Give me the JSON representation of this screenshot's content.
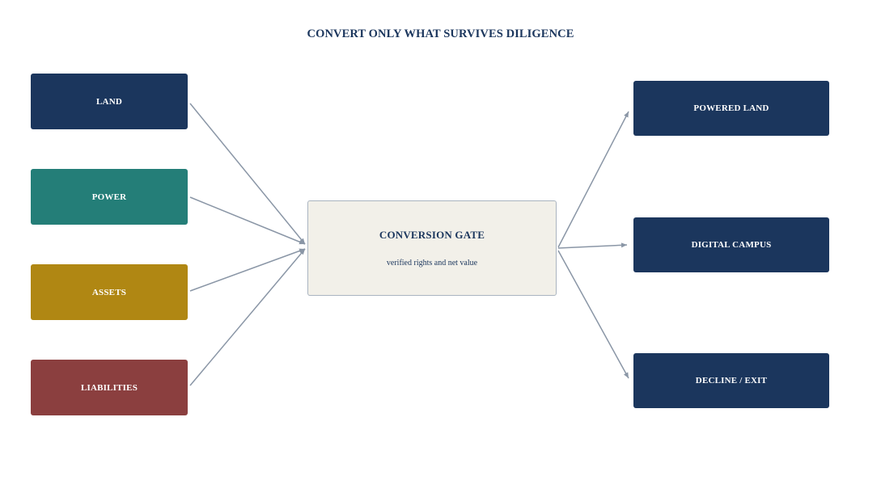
{
  "title": "CONVERT ONLY WHAT SURVIVES DILIGENCE",
  "inputs": [
    {
      "label": "LAND",
      "color": "#1b365d"
    },
    {
      "label": "POWER",
      "color": "#247e78"
    },
    {
      "label": "ASSETS",
      "color": "#b08713"
    },
    {
      "label": "LIABILITIES",
      "color": "#8b3f3f"
    }
  ],
  "gate": {
    "title": "CONVERSION GATE",
    "subtitle": "verified rights and net value",
    "background": "#f2f0e9",
    "border": "#aab4c0"
  },
  "outputs": [
    {
      "label": "POWERED LAND",
      "color": "#1b365d"
    },
    {
      "label": "DIGITAL CAMPUS",
      "color": "#1b365d"
    },
    {
      "label": "DECLINE / EXIT",
      "color": "#1b365d"
    }
  ],
  "connector_color": "#8a96a6",
  "edges": [
    {
      "from": "LAND",
      "to": "CONVERSION GATE"
    },
    {
      "from": "POWER",
      "to": "CONVERSION GATE"
    },
    {
      "from": "ASSETS",
      "to": "CONVERSION GATE"
    },
    {
      "from": "LIABILITIES",
      "to": "CONVERSION GATE"
    },
    {
      "from": "CONVERSION GATE",
      "to": "POWERED LAND"
    },
    {
      "from": "CONVERSION GATE",
      "to": "DIGITAL CAMPUS"
    },
    {
      "from": "CONVERSION GATE",
      "to": "DECLINE / EXIT"
    }
  ]
}
